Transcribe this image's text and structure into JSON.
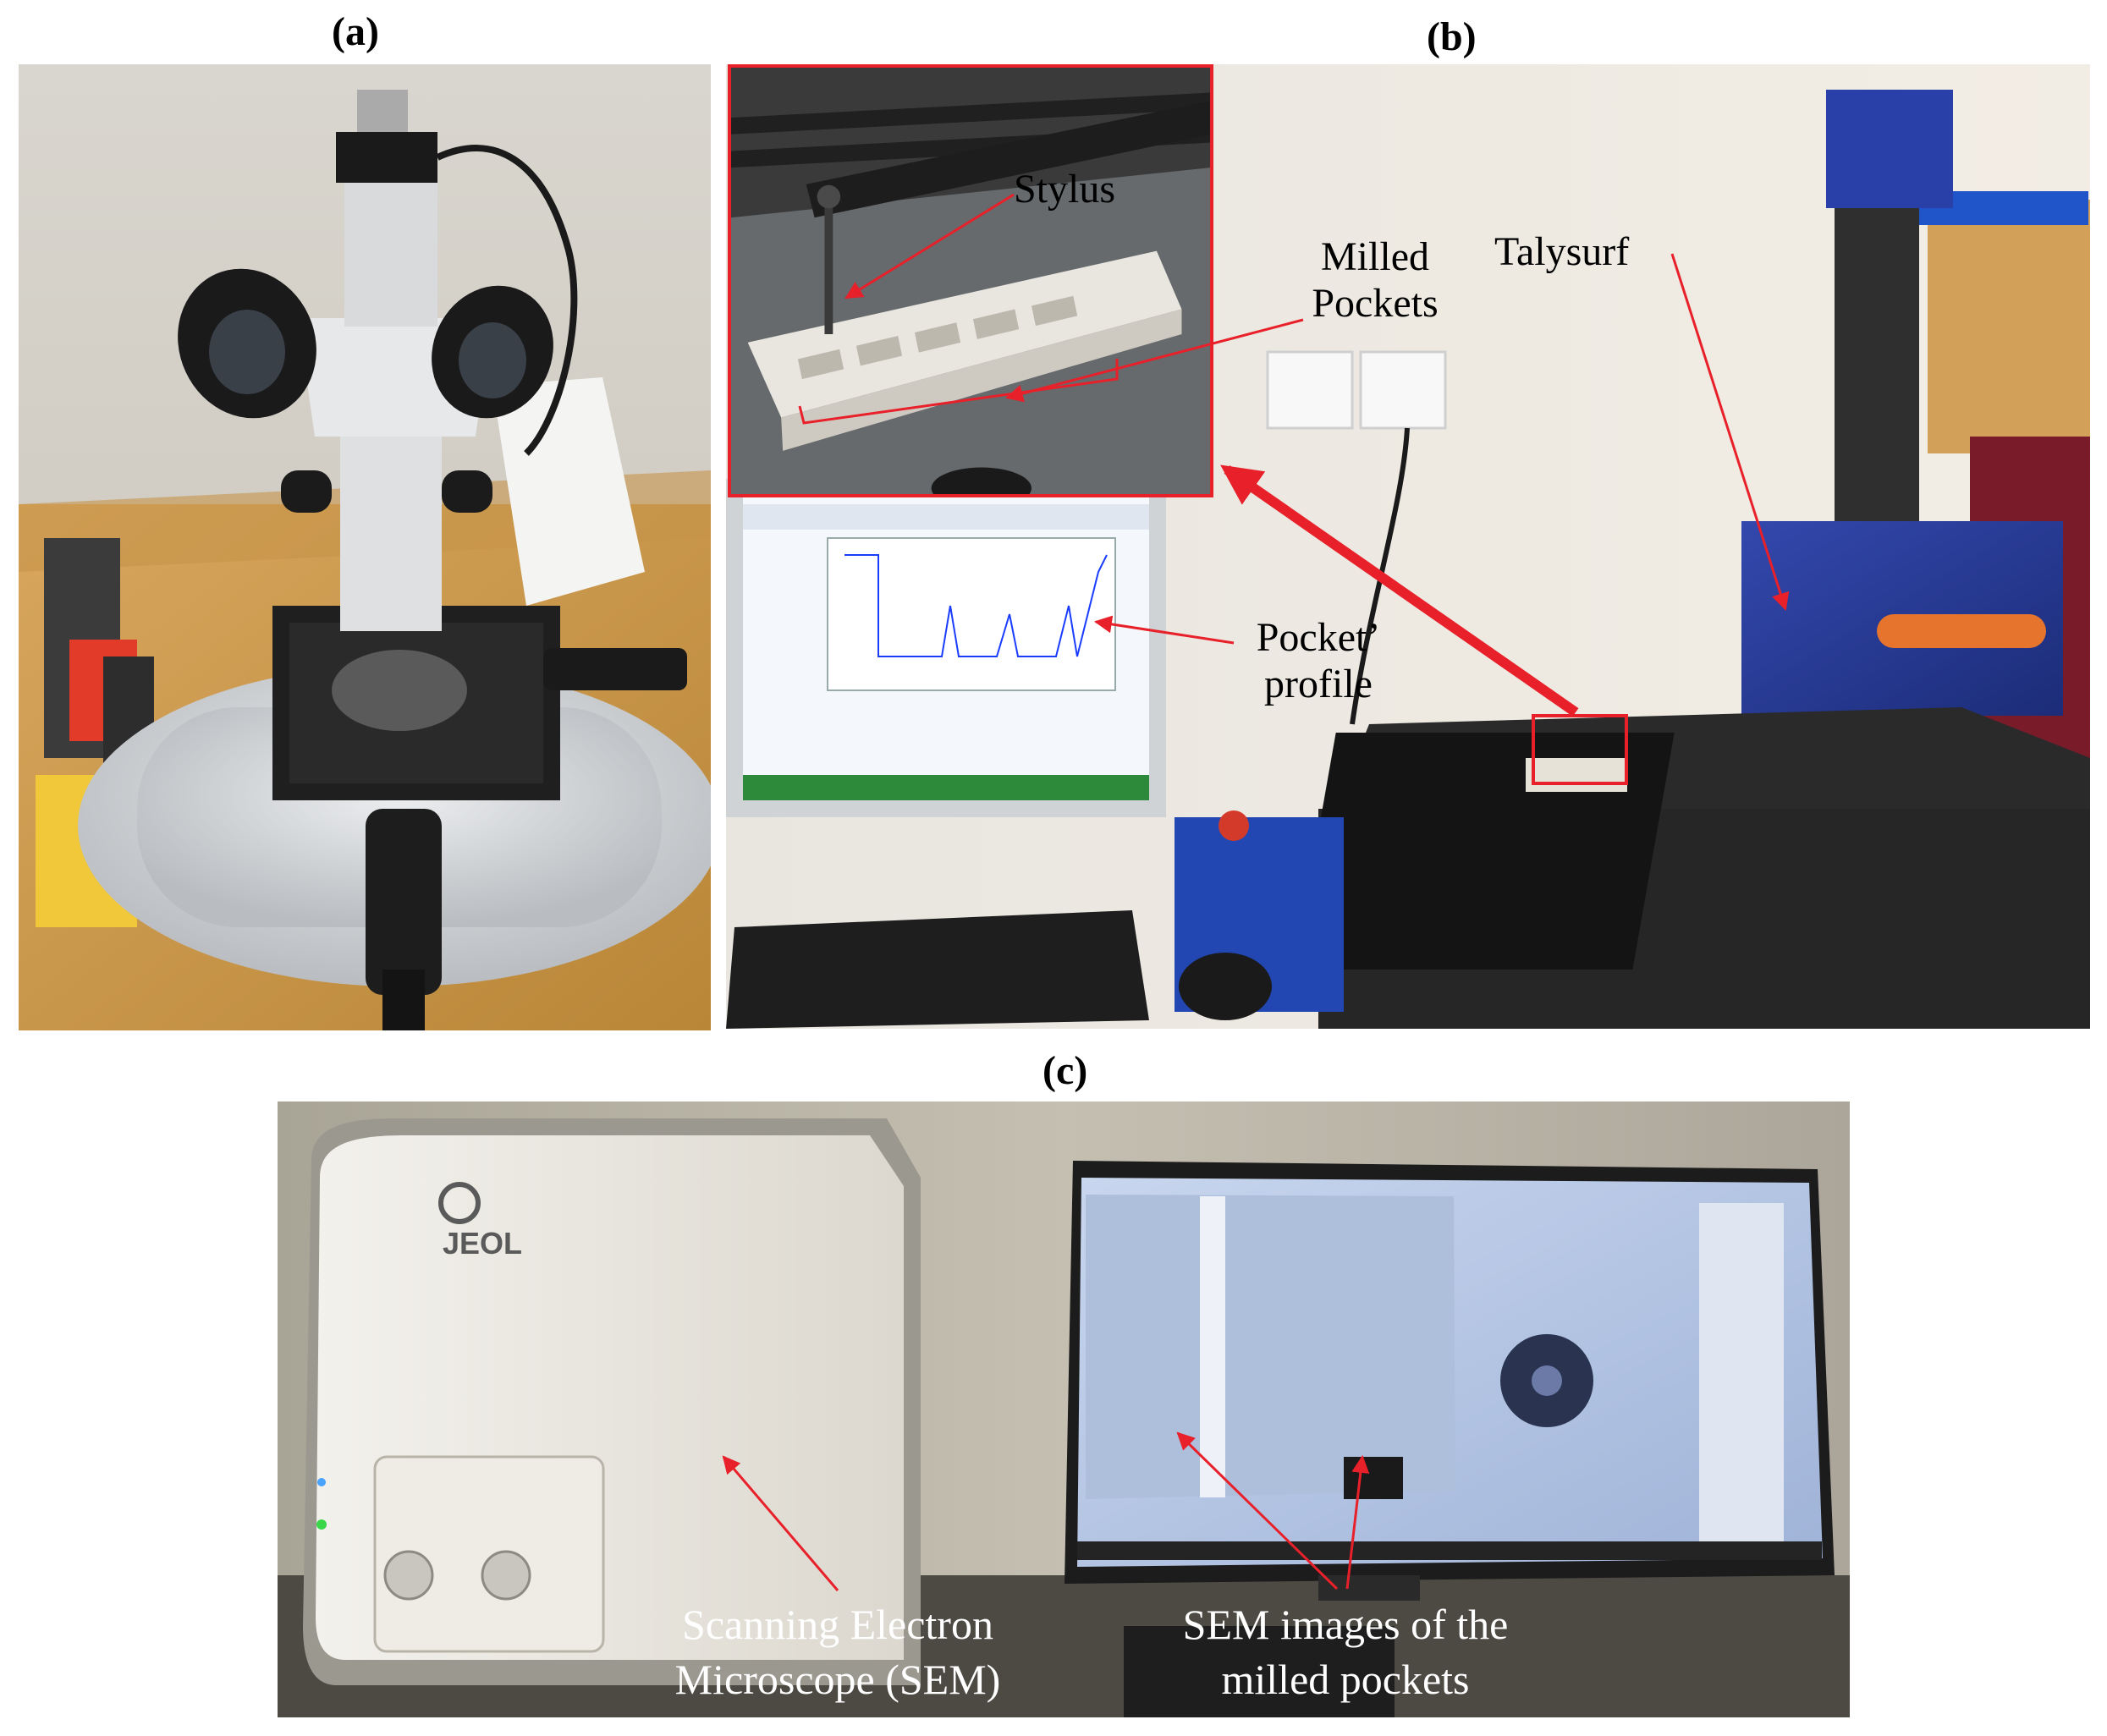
{
  "panels": {
    "a": {
      "label": "(a)"
    },
    "b": {
      "label": "(b)"
    },
    "c": {
      "label": "(c)"
    }
  },
  "annotations": {
    "stylus": "Stylus",
    "milled_pockets_line1": "Milled",
    "milled_pockets_line2": "Pockets",
    "talysurf": "Talysurf",
    "pocket_profile_line1": "Pocket’",
    "pocket_profile_line2": "profile",
    "sem_line1": "Scanning Electron",
    "sem_line2": "Microscope (SEM)",
    "sem_images_line1": "SEM images of the",
    "sem_images_line2": "milled pockets"
  },
  "colors": {
    "arrow": "#e8202a",
    "frame": "#e8202a",
    "talysurf_blue": "#2a3f9e",
    "granite": "#2b2b2b",
    "wall": "#efe9e0",
    "bench": "#d4a35b"
  }
}
